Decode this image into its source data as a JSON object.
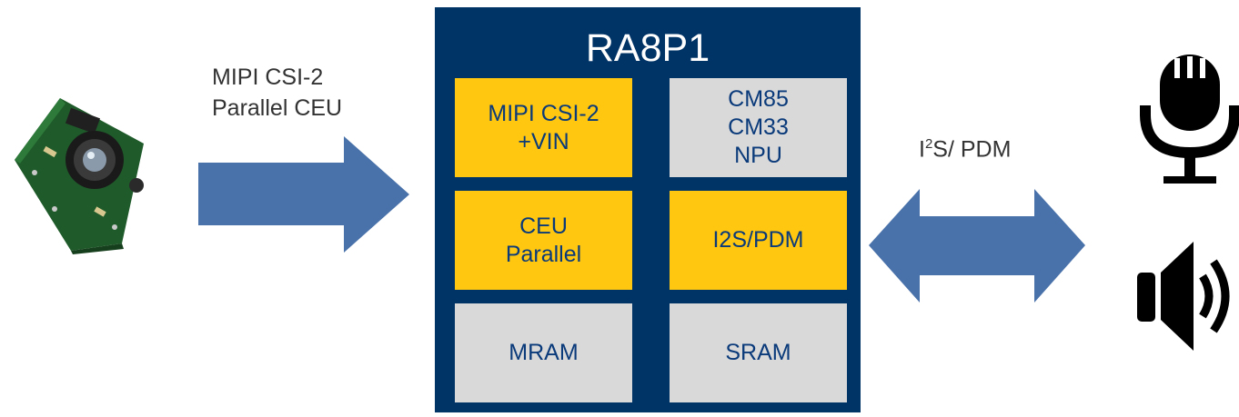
{
  "input": {
    "interfaces": [
      "MIPI CSI-2",
      "Parallel CEU"
    ]
  },
  "chip": {
    "name": "RA8P1",
    "blocks": {
      "mipi": "MIPI CSI-2\n+VIN",
      "cores": "CM85\nCM33\nNPU",
      "ceu": "CEU\nParallel",
      "i2s": "I2S/PDM",
      "mram": "MRAM",
      "sram": "SRAM"
    }
  },
  "audio": {
    "link_base": "I",
    "link_sup": "2",
    "link_rest": "S/ PDM"
  },
  "icons": {
    "camera": "camera-module-icon",
    "microphone": "microphone-icon",
    "speaker": "speaker-icon"
  },
  "colors": {
    "chip": "#003366",
    "block_highlight": "#ffc710",
    "block_memory": "#d9d9d9",
    "arrow": "#4a72aa",
    "text_block": "#0a3a7a"
  }
}
